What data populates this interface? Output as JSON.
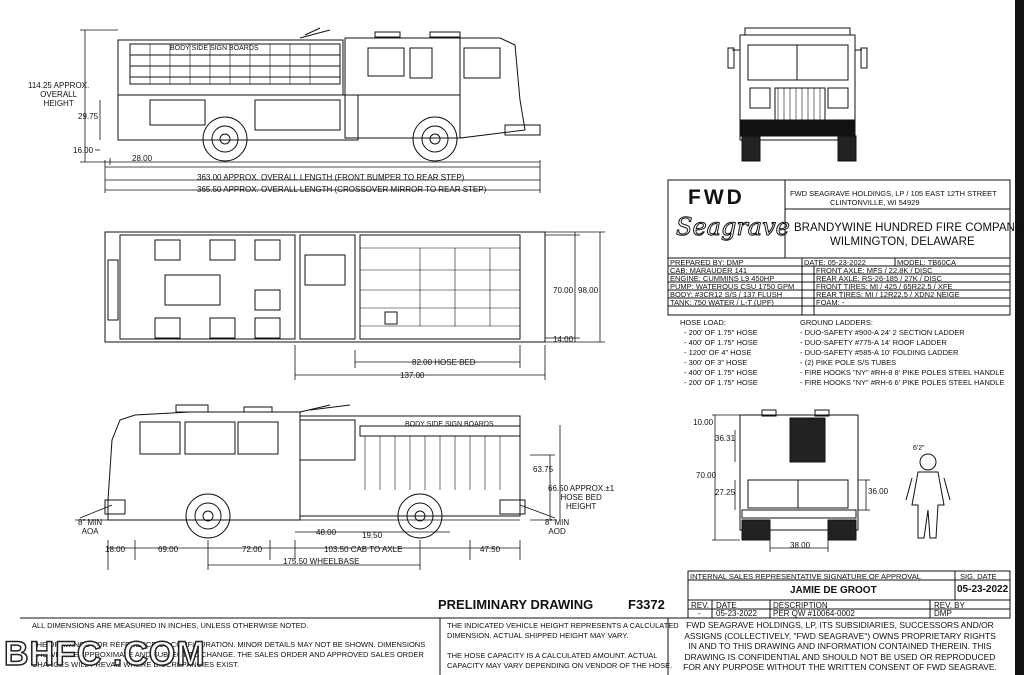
{
  "side_view": {
    "sign": "BODY SIDE SIGN BOARDS",
    "height_label": "114.25 APPROX.\nOVERALL\nHEIGHT",
    "dim_2975": "29.75",
    "dim_1600": "16.00",
    "dim_2800": "28.00",
    "len_front": "363.00 APPROX. OVERALL LENGTH (FRONT BUMPER TO REAR STEP)",
    "len_cross": "365.50 APPROX. OVERALL LENGTH (CROSSOVER MIRROR TO REAR STEP)"
  },
  "top_view": {
    "dim_7000": "70.00",
    "dim_9800": "98.00",
    "dim_1400": "14.00",
    "dim_hosebed": "82.00 HOSE BED",
    "dim_13700": "137.00"
  },
  "street_view": {
    "sign": "BODY SIDE SIGN BOARDS",
    "dim_6375": "63.75",
    "dim_hosebed_h": "66.50 APPROX.±1\nHOSE BED\nHEIGHT",
    "aoa": "8\" MIN\nAOA",
    "aod": "8\" MIN\nAOD",
    "dim_4800": "48.00",
    "dim_1950": "19.50",
    "dim_1800": "18.00",
    "dim_6900": "69.00",
    "dim_7200": "72.00",
    "dim_cab_axle": "103.50 CAB TO AXLE",
    "dim_4750": "47.50",
    "wheelbase": "175.50 WHEELBASE"
  },
  "rear_view": {
    "dim_1000": "10.00",
    "dim_3631": "36.31",
    "dim_7000": "70.00",
    "dim_2725": "27.25",
    "dim_3600": "36.00",
    "dim_3800": "38.00",
    "figure_label": "6'2\""
  },
  "title_block": {
    "logo_fwd": "FWD",
    "logo_seagrave": "Seagrave",
    "company_line1": "FWD SEAGRAVE HOLDINGS, LP / 105 EAST 12TH STREET",
    "company_line2": "CLINTONVILLE, WI 54929",
    "customer_line1": "BRANDYWINE HUNDRED FIRE COMPANY",
    "customer_line2": "WILMINGTON, DELAWARE",
    "specs_left": [
      "PREPARED BY: DMP",
      "CAB: MARAUDER 141",
      "ENGINE: CUMMINS L9 450HP",
      "PUMP: WATEROUS CSU 1750 GPM",
      "BODY: #3CR12 S/S / 137 FLUSH",
      "TANK: 750 WATER / L-T (UPF)"
    ],
    "specs_mid": [
      "DATE: 05-23-2022",
      "FRONT AXLE: MFS / 22.8K / DISC",
      "REAR AXLE: RS-26-185 / 27K / DISC",
      "FRONT TIRES: MI / 425 / 65R22.5 / XFE",
      "REAR TIRES: MI / 12R22.5 / XDN2 NEIGE",
      "FOAM: -"
    ],
    "model": "MODEL: TB60CA"
  },
  "hose_load": {
    "title": "HOSE LOAD:",
    "items": [
      "- 200' OF 1.75\" HOSE",
      "- 400' OF 1.75\" HOSE",
      "- 1200' OF 4\" HOSE",
      "- 300' OF 3\" HOSE",
      "- 400' OF 1.75\" HOSE",
      "- 200' OF 1.75\" HOSE"
    ]
  },
  "ground_ladders": {
    "title": "GROUND LADDERS:",
    "items": [
      "- DUO-SAFETY #900-A 24' 2 SECTION LADDER",
      "- DUO-SAFETY #775-A 14' ROOF LADDER",
      "- DUO-SAFETY #585-A 10' FOLDING LADDER",
      "- (2) PIKE POLE S/S TUBES",
      "- FIRE HOOKS \"NY\" #RH-8 8' PIKE POLES STEEL HANDLE",
      "- FIRE HOOKS \"NY\" #RH-6 6' PIKE POLES STEEL HANDLE"
    ]
  },
  "signature_block": {
    "header": "INTERNAL SALES REPRESENTATIVE SIGNATURE OF APPROVAL",
    "sig_date_label": "SIG. DATE",
    "name": "JAMIE DE GROOT",
    "sig_date": "05-23-2022",
    "col_rev": "REV.",
    "col_date": "DATE",
    "col_desc": "DESCRIPTION",
    "col_revby": "REV. BY",
    "rev": "-",
    "date": "05-23-2022",
    "desc": "PER QW #10064-0002",
    "revby": "DMP"
  },
  "preliminary": {
    "title": "PRELIMINARY DRAWING",
    "number": "F3372"
  },
  "notes": {
    "dims": "ALL DIMENSIONS ARE MEASURED IN INCHES, UNLESS OTHERWISE NOTED.",
    "draw1": "THE DRAWINGS FOR REFERENCE OF CONFIGURATION. MINOR DETAILS MAY NOT BE SHOWN. DIMENSIONS",
    "draw2": "SHOWN ARE APPROXIMATE AND SUBJECT TO CHANGE. THE SALES ORDER AND APPROVED SALES ORDER",
    "draw3": "CHANGES WILL PREVAIL WHERE DISCREPANCIES EXIST.",
    "height1": "THE INDICATED VEHICLE HEIGHT REPRESENTS A CALCULATED",
    "height2": "DIMENSION.  ACTUAL SHIPPED HEIGHT MAY VARY.",
    "hose1": "THE HOSE CAPACITY IS A CALCULATED AMOUNT.  ACTUAL",
    "hose2": "CAPACITY MAY VARY DEPENDING ON  VENDOR OF THE HOSE."
  },
  "legal": [
    "FWD SEAGRAVE HOLDINGS, LP, ITS SUBSIDIARIES, SUCCESSORS AND/OR",
    "ASSIGNS (COLLECTIVELY, \"FWD SEAGRAVE\") OWNS PROPRIETARY RIGHTS",
    "IN AND TO THIS DRAWING AND INFORMATION CONTAINED THEREIN. THIS",
    "DRAWING IS CONFIDENTIAL AND SHOULD NOT BE USED OR REPRODUCED",
    "FOR ANY PURPOSE WITHOUT THE WRITTEN CONSENT OF  FWD SEAGRAVE."
  ],
  "watermark": "BHFC .COM"
}
